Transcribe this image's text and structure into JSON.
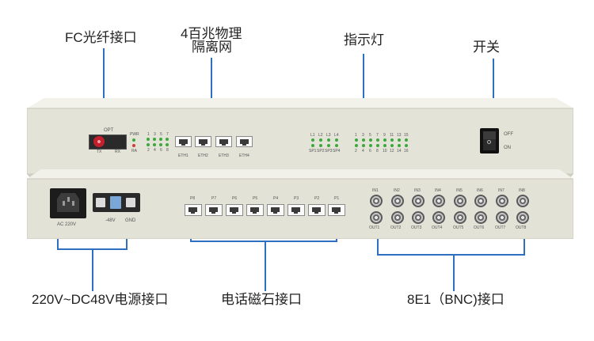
{
  "callouts": {
    "fc_fiber": "FC光纤接口",
    "eth_phys_line1": "4百兆物理",
    "eth_phys_line2": "隔离网",
    "indicator": "指示灯",
    "switch": "开关",
    "power": "220V~DC48V电源接口",
    "phone": "电话磁石接口",
    "e1": "8E1（BNC)接口"
  },
  "front_panel": {
    "opt_label": "OPT",
    "tx_label": "TX",
    "rx_label": "RX",
    "pwr_label": "PWR",
    "ra_label": "RA",
    "eth_led_top": [
      "1",
      "3",
      "5",
      "7"
    ],
    "eth_led_bottom": [
      "2",
      "4",
      "6",
      "8"
    ],
    "eth_ports": [
      "ETH1",
      "ETH2",
      "ETH3",
      "ETH4"
    ],
    "sfp_led_top": [
      "L1",
      "L2",
      "L3",
      "L4"
    ],
    "sfp_led_bottom": [
      "SP1",
      "SP2",
      "SP3",
      "SP4"
    ],
    "e1_led_top": [
      "1",
      "3",
      "5",
      "7",
      "9",
      "11",
      "13",
      "15"
    ],
    "e1_led_bottom": [
      "2",
      "4",
      "6",
      "8",
      "10",
      "12",
      "14",
      "16"
    ],
    "switch_off": "OFF",
    "switch_on": "ON"
  },
  "rear_panel": {
    "ac_label": "AC 220V",
    "dc_label": "-48V",
    "gnd_label": "GND",
    "phone_ports": [
      "P8",
      "P7",
      "P6",
      "P5",
      "P4",
      "P3",
      "P2",
      "P1"
    ],
    "bnc_in": [
      "IN1",
      "IN2",
      "IN3",
      "IN4",
      "IN5",
      "IN6",
      "IN7",
      "IN8"
    ],
    "bnc_out": [
      "OUT1",
      "OUT2",
      "OUT3",
      "OUT4",
      "OUT5",
      "OUT6",
      "OUT7",
      "OUT8"
    ]
  },
  "colors": {
    "callout_line": "#2f6fc0",
    "chassis": "#e4e3d8",
    "led_green": "#3aa83a",
    "led_red": "#d43a3a"
  }
}
